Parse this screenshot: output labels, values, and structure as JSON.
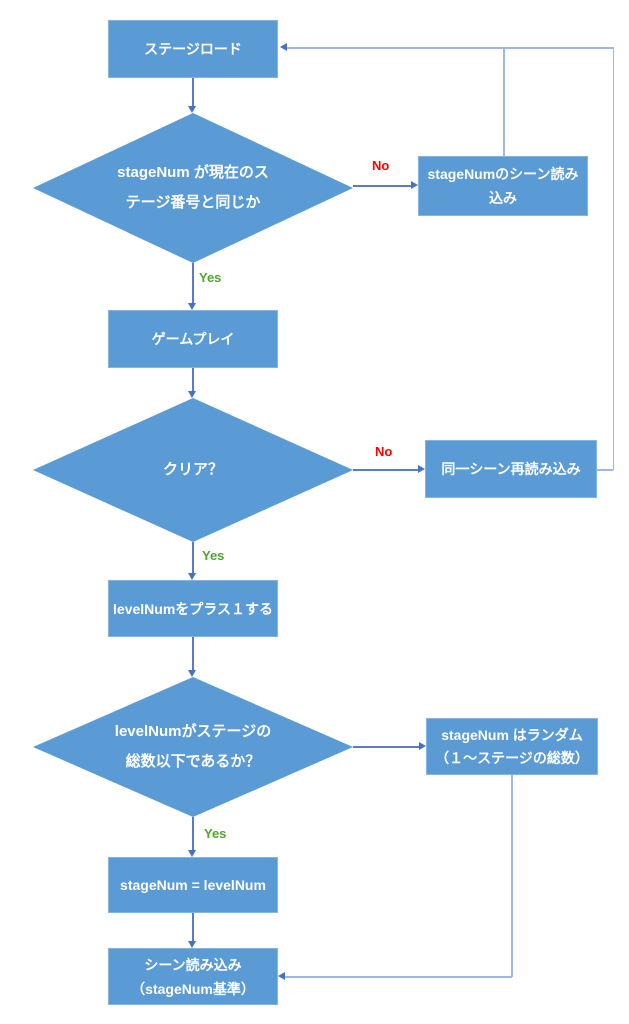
{
  "colors": {
    "node_fill": "#5B9BD5",
    "node_text": "#FFFFFF",
    "connector": "#5B7BC7",
    "loop_connector": "#9FB8E2",
    "arrow": "#4472C4",
    "yes_label": "#4EA72E",
    "no_label": "#FF0000"
  },
  "nodes": {
    "stage_load": {
      "type": "process",
      "label": "ステージロード"
    },
    "check_stage_num": {
      "type": "decision",
      "line1": "stageNum が現在のス",
      "line2": "テージ番号と同じか"
    },
    "load_stage_num_scene": {
      "type": "process",
      "line1": "stageNumのシーン読み",
      "line2": "込み"
    },
    "game_play": {
      "type": "process",
      "label": "ゲームプレイ"
    },
    "check_clear": {
      "type": "decision",
      "label": "クリア？"
    },
    "reload_same_scene": {
      "type": "process",
      "label": "同一シーン再読み込み"
    },
    "increment_level_num": {
      "type": "process",
      "label": "levelNumをプラス１する"
    },
    "check_level_num": {
      "type": "decision",
      "line1": "levelNumがステージの",
      "line2": "総数以下であるか？"
    },
    "random_stage_num": {
      "type": "process",
      "line1": "stageNum はランダム",
      "line2": "（１～ステージの総数）"
    },
    "assign_stage_num": {
      "type": "process",
      "label": "stageNum = levelNum"
    },
    "load_scene": {
      "type": "process",
      "line1": "シーン読み込み",
      "line2": "（stageNum基準）"
    }
  },
  "edges": [
    {
      "from": "stage_load",
      "to": "check_stage_num",
      "label": ""
    },
    {
      "from": "check_stage_num",
      "to": "load_stage_num_scene",
      "label": "No"
    },
    {
      "from": "load_stage_num_scene",
      "to": "stage_load",
      "label": ""
    },
    {
      "from": "check_stage_num",
      "to": "game_play",
      "label": "Yes"
    },
    {
      "from": "game_play",
      "to": "check_clear",
      "label": ""
    },
    {
      "from": "check_clear",
      "to": "reload_same_scene",
      "label": "No"
    },
    {
      "from": "reload_same_scene",
      "to": "stage_load",
      "label": ""
    },
    {
      "from": "check_clear",
      "to": "increment_level_num",
      "label": "Yes"
    },
    {
      "from": "increment_level_num",
      "to": "check_level_num",
      "label": ""
    },
    {
      "from": "check_level_num",
      "to": "random_stage_num",
      "label": ""
    },
    {
      "from": "check_level_num",
      "to": "assign_stage_num",
      "label": "Yes"
    },
    {
      "from": "assign_stage_num",
      "to": "load_scene",
      "label": ""
    },
    {
      "from": "random_stage_num",
      "to": "load_scene",
      "label": ""
    }
  ]
}
